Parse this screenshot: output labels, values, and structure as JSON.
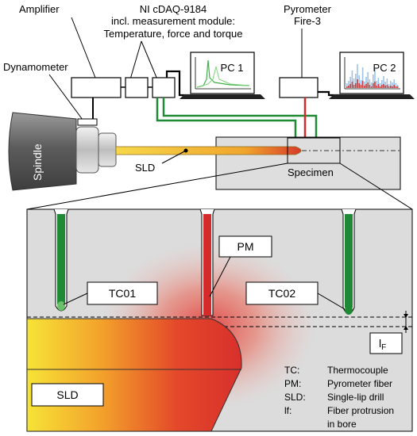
{
  "labels": {
    "amplifier": "Amplifier",
    "daq_line1": "NI cDAQ-9184",
    "daq_line2": "incl. measurement module:",
    "daq_line3": "Temperature, force and torque",
    "pyrometer_line1": "Pyrometer",
    "pyrometer_line2": "Fire-3",
    "dynamometer": "Dynamometer",
    "spindle": "Spindle",
    "sld_top": "SLD",
    "specimen": "Specimen",
    "pc1": "PC 1",
    "pc2": "PC 2"
  },
  "detail": {
    "tc01": "TC01",
    "pm": "PM",
    "tc02": "TC02",
    "sld": "SLD",
    "lf_main": "l",
    "lf_sub": "F"
  },
  "legend": [
    {
      "abbr": "TC:",
      "desc": "Thermocouple"
    },
    {
      "abbr": "PM:",
      "desc": "Pyrometer fiber"
    },
    {
      "abbr": "SLD:",
      "desc": "Single-lip drill"
    },
    {
      "abbr": "lf:",
      "desc": "Fiber protrusion"
    },
    {
      "abbr": "",
      "desc": "in bore"
    }
  ],
  "colors": {
    "green": "#1f8a35",
    "red": "#d42a2a",
    "specimen_fill": "#dedede",
    "spindle": "#6e6e6e"
  }
}
